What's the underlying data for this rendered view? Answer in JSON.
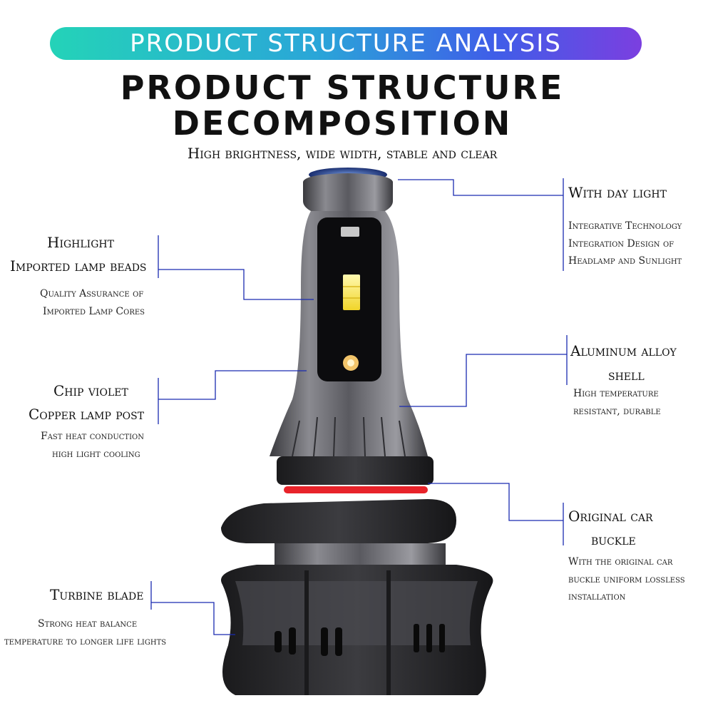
{
  "banner": "PRODUCT STRUCTURE ANALYSIS",
  "title_line1": "PRODUCT STRUCTURE",
  "title_line2": "DECOMPOSITION",
  "subtitle": "High brightness, wide width, stable and clear",
  "callouts": {
    "day_light": {
      "title": "With day light",
      "desc": [
        "Integrative Technology",
        "Integration Design of",
        "Headlamp and Sunlight"
      ]
    },
    "lamp_beads": {
      "title": [
        "Highlight",
        "Imported lamp beads"
      ],
      "desc": [
        "Quality Assurance of",
        "Imported Lamp Cores"
      ]
    },
    "aluminum": {
      "title": [
        "Aluminum alloy",
        "shell"
      ],
      "desc": [
        "High temperature",
        "resistant, durable"
      ]
    },
    "copper": {
      "title": [
        "Chip violet",
        "Copper lamp post"
      ],
      "desc": [
        "Fast heat conduction",
        "high light cooling"
      ]
    },
    "buckle": {
      "title": [
        "Original car",
        "buckle"
      ],
      "desc": [
        "With the original car",
        "buckle uniform lossless",
        "installation"
      ]
    },
    "turbine": {
      "title": "Turbine blade",
      "desc": [
        "Strong heat balance",
        "temperature to longer life lights"
      ]
    }
  },
  "colors": {
    "line": "#1a2bb0",
    "ring": "#e8232a",
    "body": "#5e5e62",
    "banner_start": "#24d3b8",
    "banner_end": "#7b3fe0"
  }
}
